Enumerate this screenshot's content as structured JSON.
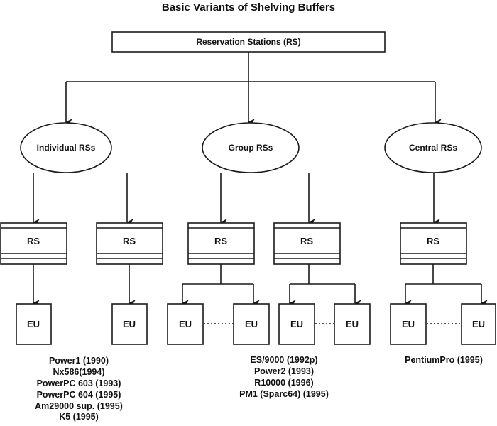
{
  "title": "Basic Variants of Shelving Buffers",
  "root": {
    "label": "Reservation Stations (RS)"
  },
  "categories": [
    {
      "id": "individual",
      "label": "Individual RSs"
    },
    {
      "id": "group",
      "label": "Group RSs"
    },
    {
      "id": "central",
      "label": "Central RSs"
    }
  ],
  "rs_label": "RS",
  "eu_label": "EU",
  "processors": {
    "individual": [
      "Power1 (1990)",
      "Nx586(1994)",
      "PowerPC 603 (1993)",
      "PowerPC 604 (1995)",
      "Am29000 sup. (1995)",
      "K5 (1995)"
    ],
    "group": [
      "ES/9000 (1992p)",
      "Power2 (1993)",
      "R10000 (1996)",
      "PM1 (Sparc64) (1995)"
    ],
    "central": [
      "PentiumPro (1995)"
    ]
  }
}
